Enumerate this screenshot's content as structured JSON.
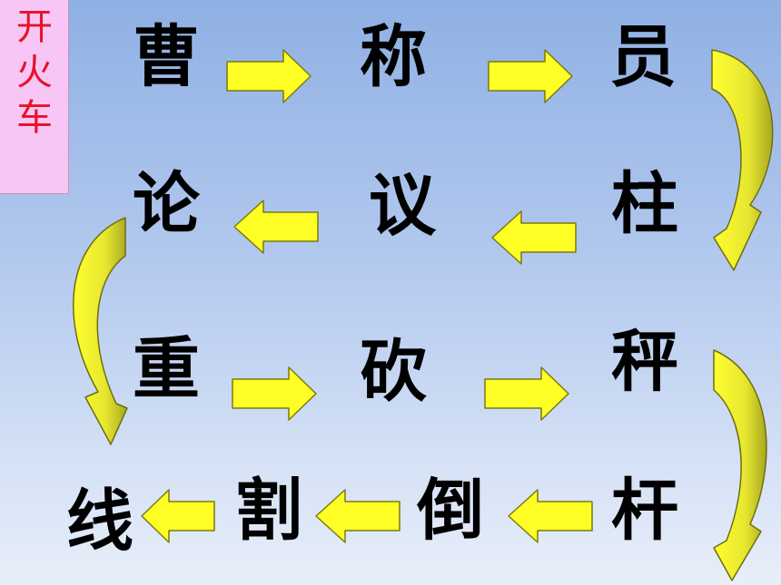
{
  "label": {
    "chars": [
      "开",
      "火",
      "车"
    ]
  },
  "rows": [
    [
      "曹",
      "称",
      "员"
    ],
    [
      "论",
      "议",
      "柱"
    ],
    [
      "重",
      "砍",
      "秤"
    ],
    [
      "线",
      "割",
      "倒",
      "杆"
    ]
  ],
  "colors": {
    "arrow_fill": "#ffff26",
    "arrow_stroke": "#7a7a10",
    "curve_fill": "#c8c828",
    "label_bg": "#f8c6f4",
    "label_text": "#e8122a"
  }
}
